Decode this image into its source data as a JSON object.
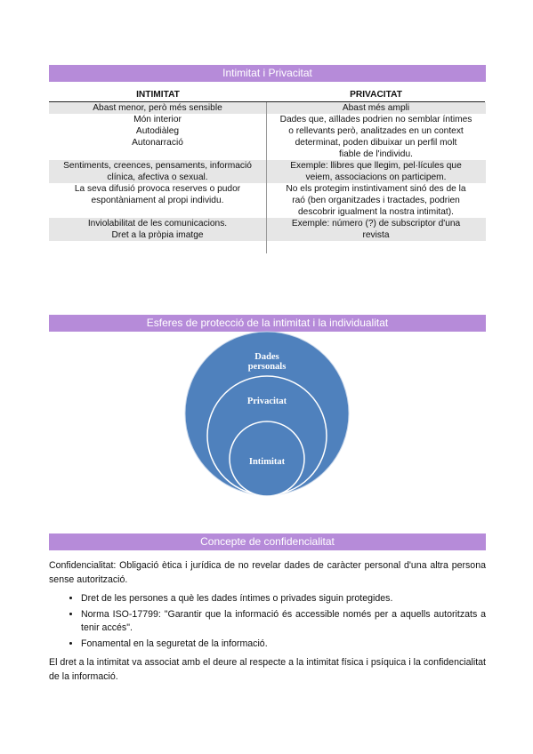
{
  "section1": {
    "title": "Intimitat i Privacitat",
    "headers": [
      "INTIMITAT",
      "PRIVACITAT"
    ],
    "rows": [
      {
        "shade": true,
        "intimitat": [
          "Abast menor, però més sensible"
        ],
        "privacitat": [
          "Abast més ampli"
        ]
      },
      {
        "shade": false,
        "intimitat": [
          "Món interior",
          "Autodiàleg",
          "Autonarració"
        ],
        "privacitat": [
          "Dades que, aïllades podrien no semblar íntimes",
          "o rellevants però, analitzades en un context",
          "determinat, poden dibuixar un perfil molt",
          "fiable de l'individu."
        ]
      },
      {
        "shade": true,
        "intimitat": [
          "Sentiments, creences, pensaments, informació",
          "clínica, afectiva o sexual."
        ],
        "privacitat": [
          "Exemple: llibres que llegim, pel·lícules que",
          "veiem, associacions on participem."
        ]
      },
      {
        "shade": false,
        "intimitat": [
          "La seva difusió provoca reserves o pudor",
          "espontàniament al propi individu."
        ],
        "privacitat": [
          "No els protegim instintivament sinó des de la",
          "raó (ben organitzades i tractades, podrien",
          "descobrir igualment la nostra intimitat)."
        ]
      },
      {
        "shade": true,
        "intimitat": [
          "Inviolabilitat de les comunicacions.",
          "Dret a la pròpia imatge"
        ],
        "privacitat": [
          "Exemple: número (?) de subscriptor d'una",
          "revista"
        ]
      }
    ]
  },
  "section2": {
    "title": "Esferes de protecció de la intimitat i la individualitat",
    "spheres": {
      "outer_line1": "Dades",
      "outer_line2": "personals",
      "middle": "Privacitat",
      "inner": "Intimitat"
    },
    "colors": {
      "fill": "#4f81bd",
      "stroke": "#ffffff"
    }
  },
  "section3": {
    "title": "Concepte de confidencialitat",
    "intro": "Confidencialitat: Obligació ètica i jurídica de no revelar dades de caràcter personal d'una altra persona sense autorització.",
    "bullets": [
      "Dret de les persones a què les dades íntimes o privades siguin protegides.",
      "Norma ISO-17799: \"Garantir que la informació és accessible només per a aquells autoritzats a tenir accés\".",
      "Fonamental en la seguretat de la informació."
    ],
    "closing": "El dret a la intimitat va associat amb el deure al respecte a la intimitat física i psíquica i la confidencialitat de la informació."
  },
  "colors": {
    "band": "#b68bd9",
    "band_text": "#ffffff",
    "shade": "#e6e6e6"
  }
}
